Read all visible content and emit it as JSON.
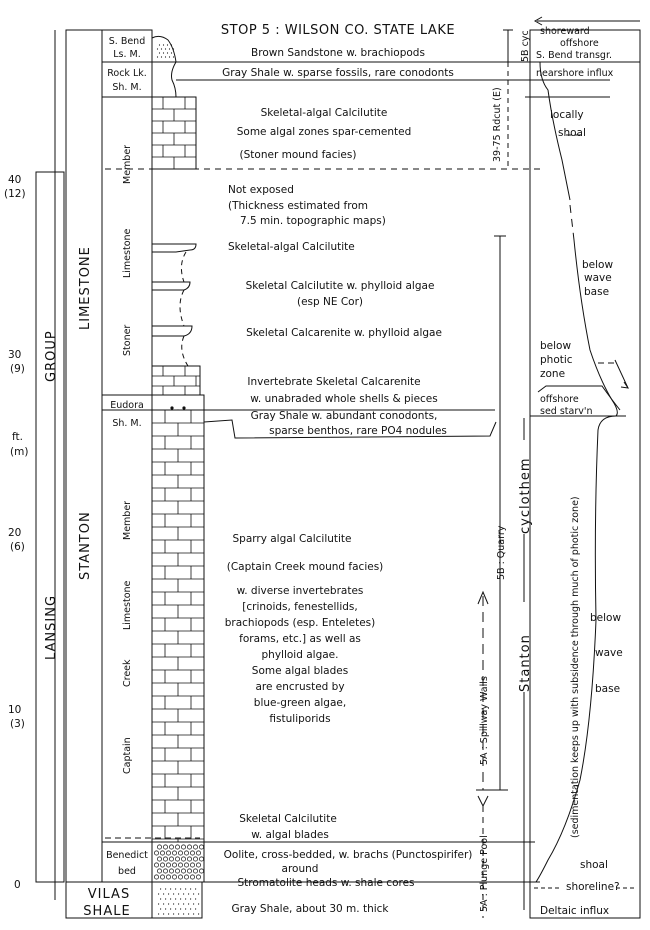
{
  "title": "STOP 5 : WILSON CO. STATE LAKE",
  "scale": {
    "ticks": [
      {
        "ft": "0",
        "m": ""
      },
      {
        "ft": "10",
        "m": "(3)"
      },
      {
        "ft": "20",
        "m": "(6)"
      },
      {
        "ft": "30",
        "m": "(9)"
      },
      {
        "ft": "40",
        "m": "(12)"
      }
    ],
    "unit_ft": "ft.",
    "unit_m": "(m)"
  },
  "units": {
    "group": "LANSING GROUP",
    "group_word1": "LANSING",
    "group_word2": "GROUP",
    "formation_word1": "STANTON",
    "formation_word2": "LIMESTONE",
    "vilas": "VILAS",
    "vilas2": "SHALE",
    "s_bend": [
      "S. Bend",
      "Ls. M."
    ],
    "rock_lake": [
      "Rock Lk.",
      "Sh. M."
    ],
    "stoner": [
      "Stoner",
      "Limestone",
      "Member"
    ],
    "eudora": [
      "Eudora",
      "Sh. M."
    ],
    "captain_creek": [
      "Captain",
      "Creek",
      "Limestone",
      "Member"
    ],
    "benedict": [
      "Benedict",
      "bed"
    ]
  },
  "descriptions": {
    "s_bend": "Brown Sandstone w. brachiopods",
    "rock_lake": "Gray Shale w. sparse fossils, rare conodonts",
    "stoner_top": [
      "Skeletal-algal Calcilutite",
      "Some algal zones spar-cemented",
      "(Stoner mound facies)"
    ],
    "not_exposed": [
      "Not exposed",
      "(Thickness estimated from",
      "7.5 min. topographic maps)"
    ],
    "stoner_lower1": "Skeletal-algal Calcilutite",
    "stoner_lower2": [
      "Skeletal Calcilutite w. phylloid algae",
      "(esp NE Cor)"
    ],
    "stoner_lower3": "Skeletal Calcarenite w. phylloid algae",
    "stoner_base": [
      "Invertebrate Skeletal Calcarenite",
      "w. unabraded whole shells & pieces"
    ],
    "eudora": [
      "Gray Shale w. abundant conodonts,",
      "sparse benthos, rare PO4 nodules"
    ],
    "captain_creek": [
      "Sparry algal Calcilutite",
      "(Captain Creek mound facies)",
      "w. diverse invertebrates",
      "[crinoids, fenestellids,",
      "brachiopods (esp. Enteletes)",
      "forams, etc.] as well as",
      "phylloid algae.",
      "Some algal blades",
      "are encrusted by",
      "blue-green algae,",
      "fistuliporids"
    ],
    "captain_base": [
      "Skeletal Calcilutite",
      "w. algal blades"
    ],
    "benedict": [
      "Oolite, cross-bedded, w. brachs (Punctospirifer)",
      "around",
      "Stromatolite heads w. shale cores"
    ],
    "vilas": "Gray Shale, about 30 m. thick"
  },
  "stops": {
    "s5b_cyc": "5B cyc",
    "s5a_39": "39-75 Rdcut (E)",
    "s5b_quarry": "5B : Quarry",
    "s5a_spillway": "5A : Spillway Walls",
    "s5a_plunge": "5A : Plunge Pool"
  },
  "cyclothem": {
    "label": "Stanton  —  cyclothem",
    "word1": "Stanton",
    "word2": "cyclothem"
  },
  "interpretation": {
    "arrow_left": "shoreward",
    "arrow_right": "offshore",
    "sbend": "S. Bend transgr.",
    "nearshore": "nearshore influx",
    "locally": "locally",
    "shoal": "shoal",
    "below_wave_top": [
      "below",
      "wave",
      "base"
    ],
    "below_photic": [
      "below",
      "photic",
      "zone"
    ],
    "offshore": [
      "offshore",
      "sed starv'n"
    ],
    "sedimentation": "(sedimentation keeps up with subsidence through much of photic zone)",
    "below_wave_lower": [
      "below",
      "wave",
      "base"
    ],
    "shoal_low": "shoal",
    "shoreline": "shoreline?",
    "deltaic": "Deltaic influx"
  }
}
